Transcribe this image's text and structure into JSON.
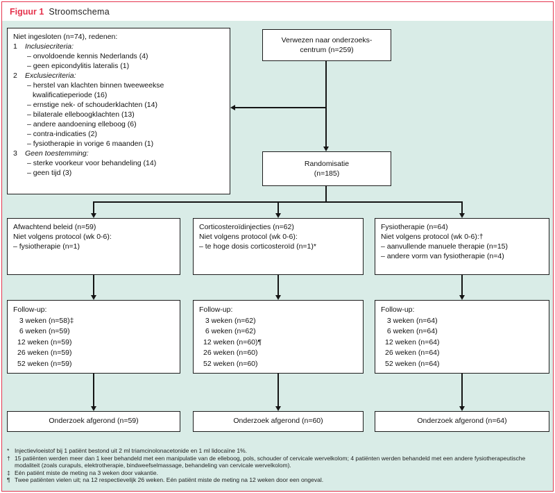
{
  "colors": {
    "accent": "#e5334d",
    "panel": "#d9ece7"
  },
  "header": {
    "label": "Figuur 1",
    "title": "Stroomschema"
  },
  "referred": {
    "lines": [
      "Verwezen naar onderzoeks-",
      "centrum (n=259)"
    ]
  },
  "not_included": {
    "title": "Niet ingesloten (n=74), redenen:",
    "groups": [
      {
        "num": "1",
        "label": "Inclusiecriteria:",
        "items": [
          "– onvoldoende kennis Nederlands (4)",
          "– geen epicondylitis lateralis (1)"
        ]
      },
      {
        "num": "2",
        "label": "Exclusiecriteria:",
        "items": [
          "– herstel van klachten binnen tweeweekse kwalificatieperiode (16)",
          "– ernstige nek- of schouderklachten (14)",
          "– bilaterale elleboogklachten (13)",
          "– andere aandoening elleboog (6)",
          "– contra-indicaties (2)",
          "– fysiotherapie in vorige 6 maanden (1)"
        ]
      },
      {
        "num": "3",
        "label": "Geen toestemming:",
        "items": [
          "– sterke voorkeur voor behandeling (14)",
          "– geen tijd (3)"
        ]
      }
    ]
  },
  "randomisation": {
    "lines": [
      "Randomisatie",
      "(n=185)"
    ]
  },
  "arms": [
    {
      "lines": [
        "Afwachtend beleid (n=59)",
        "Niet volgens protocol (wk 0-6):",
        "– fysiotherapie (n=1)"
      ]
    },
    {
      "lines": [
        "Corticosteroïdinjecties (n=62)",
        "Niet volgens protocol (wk 0-6):",
        "– te hoge dosis corticosteroïd (n=1)*"
      ]
    },
    {
      "lines": [
        "Fysiotherapie (n=64)",
        "Niet volgens protocol (wk 0-6):†",
        "– aanvullende manuele therapie (n=15)",
        "– andere vorm van fysiotherapie (n=4)"
      ]
    }
  ],
  "followup": {
    "title": "Follow-up:",
    "columns": [
      {
        "lines": [
          " 3 weken (n=58)‡",
          " 6 weken (n=59)",
          "12 weken (n=59)",
          "26 weken (n=59)",
          "52 weken (n=59)"
        ]
      },
      {
        "lines": [
          " 3 weken (n=62)",
          " 6 weken (n=62)",
          "12 weken (n=60)¶",
          "26 weken (n=60)",
          "52 weken (n=60)"
        ]
      },
      {
        "lines": [
          " 3 weken (n=64)",
          " 6 weken (n=64)",
          "12 weken (n=64)",
          "26 weken (n=64)",
          "52 weken (n=64)"
        ]
      }
    ]
  },
  "completed": [
    "Onderzoek afgerond (n=59)",
    "Onderzoek afgerond (n=60)",
    "Onderzoek afgerond (n=64)"
  ],
  "footnotes": [
    {
      "sym": "*",
      "text": "Injectievloeistof bij 1 patiënt bestond uit 2 ml triamcinolonacetonide en 1 ml lidocaïne 1%."
    },
    {
      "sym": "†",
      "text": "15 patiënten werden meer dan 1 keer behandeld met een manipulatie van de elleboog, pols, schouder of cervicale wervelkolom; 4 patiënten werden behandeld met een andere fysiotherapeutische modaliteit (zoals curapuls, elektrotherapie, bindweefselmassage, behandeling van cervicale wervelkolom)."
    },
    {
      "sym": "‡",
      "text": "Eén patiënt miste de meting na 3 weken door vakantie."
    },
    {
      "sym": "¶",
      "text": "Twee patiënten vielen uit; na 12 respectievelijk 26 weken. Eén patiënt miste de meting na 12 weken door een ongeval."
    }
  ]
}
